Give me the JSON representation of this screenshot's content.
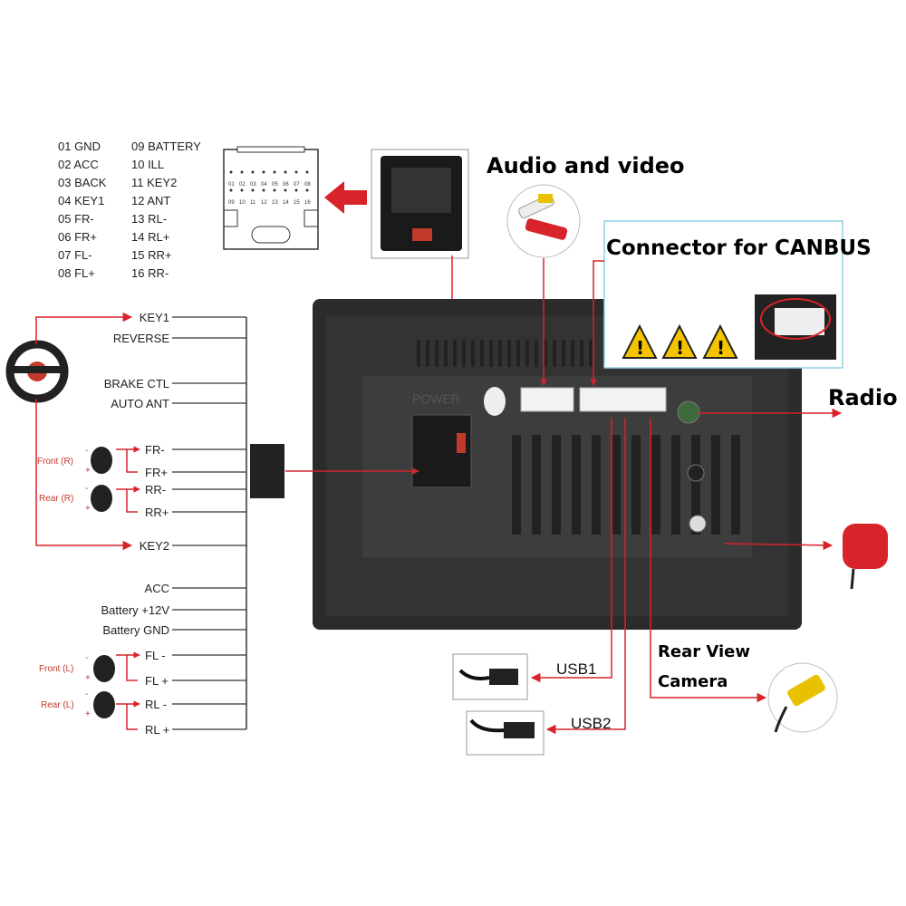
{
  "pinout": {
    "left": [
      "01 GND",
      "02 ACC",
      "03 BACK",
      "04 KEY1",
      "05 FR-",
      "06 FR+",
      "07 FL-",
      "08 FL+"
    ],
    "right": [
      "09 BATTERY",
      "10 ILL",
      "11 KEY2",
      "12 ANT",
      "13 RL-",
      "14 RL+",
      "15 RR+",
      "16 RR-"
    ]
  },
  "connector_pins_top": [
    "01",
    "02",
    "03",
    "04",
    "05",
    "06",
    "07",
    "08"
  ],
  "connector_pins_bottom": [
    "09",
    "10",
    "11",
    "12",
    "13",
    "14",
    "15",
    "16"
  ],
  "labels": {
    "audio_video": "Audio and video",
    "canbus": "Connector for CANBUS",
    "radio": "Radio",
    "usb1": "USB1",
    "usb2": "USB2",
    "rear_view_line1": "Rear View",
    "rear_view_line2": "Camera",
    "power": "POWER"
  },
  "wires": {
    "key1": "KEY1",
    "reverse": "REVERSE",
    "brake": "BRAKE CTL",
    "auto_ant": "AUTO ANT",
    "fr_minus": "FR-",
    "fr_plus": "FR+",
    "rr_minus": "RR-",
    "rr_plus": "RR+",
    "key2": "KEY2",
    "acc": "ACC",
    "battery12": "Battery +12V",
    "battery_gnd": "Battery GND",
    "fl_minus": "FL -",
    "fl_plus": "FL +",
    "rl_minus": "RL -",
    "rl_plus": "RL +"
  },
  "speakers": {
    "front_r": "Front (R)",
    "rear_r": "Rear (R)",
    "front_l": "Front (L)",
    "rear_l": "Rear (L)",
    "minus": "-",
    "plus": "+"
  },
  "colors": {
    "arrow_red": "#d8232a",
    "wire_line": "#333333",
    "unit_body": "#2b2b2b",
    "connector_white": "#f2f2f2"
  }
}
